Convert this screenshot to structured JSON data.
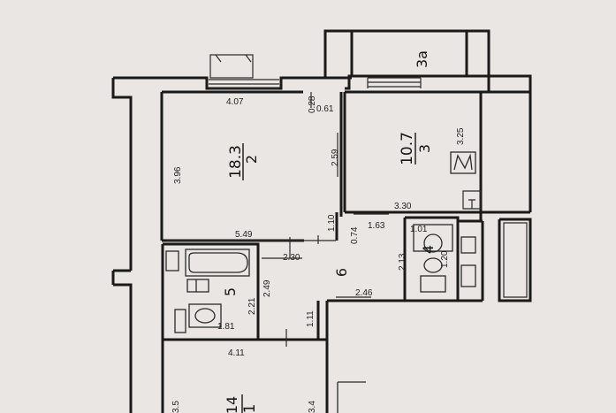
{
  "rooms": {
    "r2": {
      "number": "2",
      "area": "18.3"
    },
    "r3": {
      "number": "3",
      "area": "10.7"
    },
    "r3a": {
      "number": "3а"
    },
    "r4": {
      "number": "4"
    },
    "r5": {
      "number": "5"
    },
    "r6": {
      "number": "6"
    },
    "r14": {
      "number": "14",
      "area_fragment": "1"
    }
  },
  "dimensions": {
    "d_407": "4.07",
    "d_028": "0.28",
    "d_061": "0.61",
    "d_259": "2.59",
    "d_396": "3.96",
    "d_325": "3.25",
    "d_330": "3.30",
    "d_549": "5.49",
    "d_110": "1.10",
    "d_074": "0.74",
    "d_163": "1.63",
    "d_101": "1.01",
    "d_120": "1.20",
    "d_213": "2.13",
    "d_230": "2.30",
    "d_249": "2.49",
    "d_221": "2.21",
    "d_246": "2.46",
    "d_111": "1.11",
    "d_181": "1.81",
    "d_411": "4.11",
    "d_35": "3.5",
    "d_34": "3.4"
  }
}
